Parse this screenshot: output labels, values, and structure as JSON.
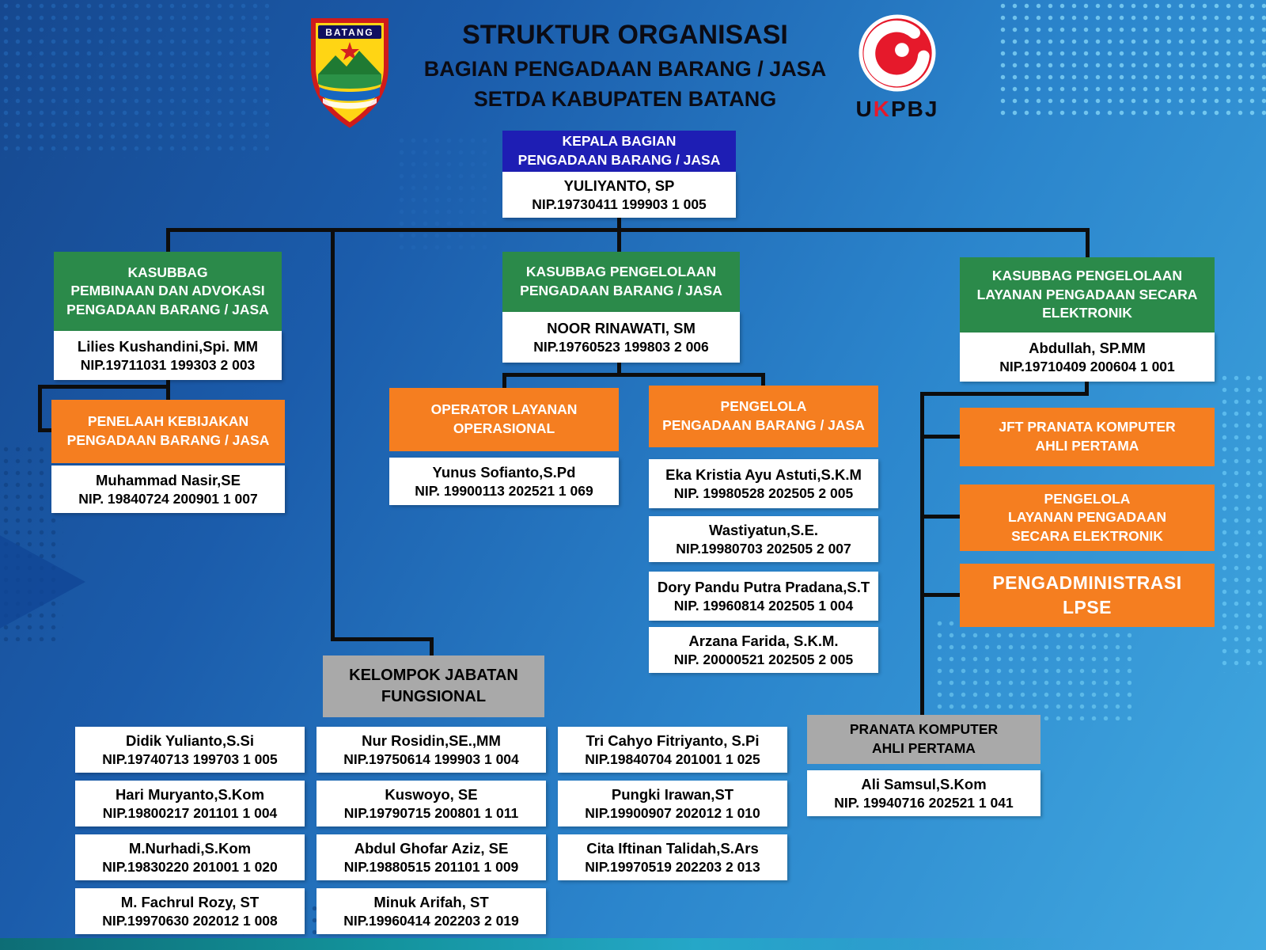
{
  "colors": {
    "navy_box": "#1e1eb4",
    "green_box": "#2b8a4a",
    "orange_box": "#f57e20",
    "gray_box": "#a9a9a9",
    "logo_red": "#e6192b",
    "connector_black": "#0d0d0d"
  },
  "header": {
    "title_line1": "STRUKTUR ORGANISASI",
    "title_line2": "BAGIAN PENGADAAN BARANG / JASA",
    "title_line3": "SETDA KABUPATEN BATANG",
    "batang_logo_text": "BATANG",
    "ukpbj_logo_letters": [
      "U",
      "K",
      "PBJ"
    ]
  },
  "kepala": {
    "title": "KEPALA BAGIAN\nPENGADAAN BARANG / JASA",
    "name": "YULIYANTO, SP",
    "nip": "NIP.19730411 199903 1 005"
  },
  "kasubbag_pembinaan": {
    "title": "KASUBBAG\nPEMBINAAN DAN ADVOKASI\nPENGADAAN BARANG / JASA",
    "name": "Lilies Kushandini,Spi. MM",
    "nip": "NIP.19711031 199303 2 003",
    "penelaah": {
      "title": "PENELAAH KEBIJAKAN\nPENGADAAN BARANG / JASA",
      "name": "Muhammad Nasir,SE",
      "nip": "NIP. 19840724 200901 1 007"
    }
  },
  "kasubbag_pengelolaan": {
    "title": "KASUBBAG PENGELOLAAN\nPENGADAAN BARANG / JASA",
    "name": "NOOR RINAWATI, SM",
    "nip": "NIP.19760523 199803 2 006",
    "operator": {
      "title": "OPERATOR LAYANAN\nOPERASIONAL",
      "name": "Yunus Sofianto,S.Pd",
      "nip": "NIP. 19900113 202521 1 069"
    },
    "pengelola": {
      "title": "PENGELOLA\nPENGADAAN BARANG / JASA",
      "members": [
        {
          "name": "Eka Kristia Ayu Astuti,S.K.M",
          "nip": "NIP. 19980528 202505 2 005"
        },
        {
          "name": "Wastiyatun,S.E.",
          "nip": "NIP.19980703 202505 2 007"
        },
        {
          "name": "Dory Pandu Putra Pradana,S.T",
          "nip": "NIP. 19960814 202505 1 004"
        },
        {
          "name": "Arzana Farida, S.K.M.",
          "nip": "NIP. 20000521 202505 2 005"
        }
      ]
    }
  },
  "kasubbag_elektronik": {
    "title": "KASUBBAG PENGELOLAAN\nLAYANAN PENGADAAN SECARA\nELEKTRONIK",
    "name": "Abdullah, SP.MM",
    "nip": "NIP.19710409 200604 1 001",
    "roles": [
      {
        "title": "JFT PRANATA KOMPUTER\nAHLI PERTAMA"
      },
      {
        "title": "PENGELOLA\nLAYANAN PENGADAAN\nSECARA ELEKTRONIK"
      },
      {
        "title": "PENGADMINISTRASI LPSE"
      }
    ],
    "pranata": {
      "title": "PRANATA KOMPUTER\nAHLI PERTAMA",
      "name": "Ali Samsul,S.Kom",
      "nip": "NIP. 19940716 202521 1 041"
    }
  },
  "fungsional": {
    "title": "KELOMPOK JABATAN\nFUNGSIONAL",
    "columns": [
      [
        {
          "name": "Didik Yulianto,S.Si",
          "nip": "NIP.19740713 199703 1 005"
        },
        {
          "name": "Hari Muryanto,S.Kom",
          "nip": "NIP.19800217 201101 1 004"
        },
        {
          "name": "M.Nurhadi,S.Kom",
          "nip": "NIP.19830220 201001 1 020"
        },
        {
          "name": "M. Fachrul Rozy, ST",
          "nip": "NIP.19970630 202012 1 008"
        }
      ],
      [
        {
          "name": "Nur Rosidin,SE.,MM",
          "nip": "NIP.19750614 199903 1 004"
        },
        {
          "name": "Kuswoyo, SE",
          "nip": "NIP.19790715 200801 1 011"
        },
        {
          "name": "Abdul Ghofar Aziz, SE",
          "nip": "NIP.19880515 201101 1 009"
        },
        {
          "name": "Minuk Arifah, ST",
          "nip": "NIP.19960414 202203 2 019"
        }
      ],
      [
        {
          "name": "Tri Cahyo Fitriyanto, S.Pi",
          "nip": "NIP.19840704 201001 1 025"
        },
        {
          "name": "Pungki Irawan,ST",
          "nip": "NIP.19900907 202012 1 010"
        },
        {
          "name": "Cita Iftinan Talidah,S.Ars",
          "nip": "NIP.19970519 202203 2 013"
        }
      ]
    ]
  }
}
